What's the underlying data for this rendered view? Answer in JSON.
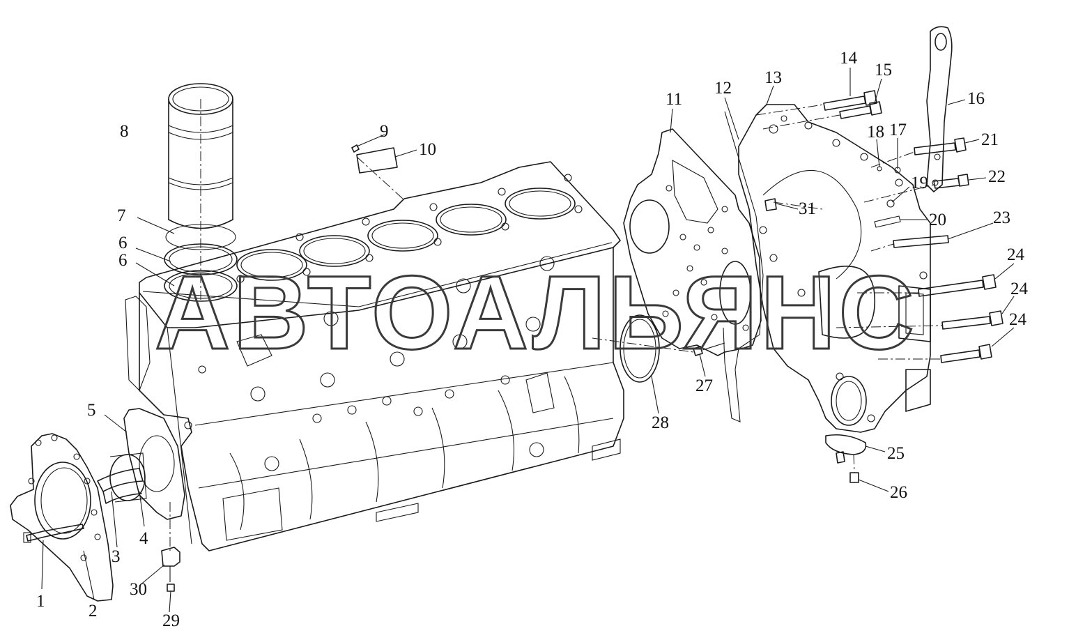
{
  "watermark": "АВТОАЛЬЯНС",
  "callouts": [
    {
      "id": "c1",
      "label": "1"
    },
    {
      "id": "c2",
      "label": "2"
    },
    {
      "id": "c3",
      "label": "3"
    },
    {
      "id": "c4",
      "label": "4"
    },
    {
      "id": "c5",
      "label": "5"
    },
    {
      "id": "c6a",
      "label": "6"
    },
    {
      "id": "c6b",
      "label": "6"
    },
    {
      "id": "c7",
      "label": "7"
    },
    {
      "id": "c8",
      "label": "8"
    },
    {
      "id": "c9",
      "label": "9"
    },
    {
      "id": "c10",
      "label": "10"
    },
    {
      "id": "c11",
      "label": "11"
    },
    {
      "id": "c12",
      "label": "12"
    },
    {
      "id": "c13",
      "label": "13"
    },
    {
      "id": "c14",
      "label": "14"
    },
    {
      "id": "c15",
      "label": "15"
    },
    {
      "id": "c16",
      "label": "16"
    },
    {
      "id": "c17",
      "label": "17"
    },
    {
      "id": "c18",
      "label": "18"
    },
    {
      "id": "c19",
      "label": "19"
    },
    {
      "id": "c20",
      "label": "20"
    },
    {
      "id": "c21",
      "label": "21"
    },
    {
      "id": "c22",
      "label": "22"
    },
    {
      "id": "c23",
      "label": "23"
    },
    {
      "id": "c24a",
      "label": "24"
    },
    {
      "id": "c24b",
      "label": "24"
    },
    {
      "id": "c24c",
      "label": "24"
    },
    {
      "id": "c25",
      "label": "25"
    },
    {
      "id": "c26",
      "label": "26"
    },
    {
      "id": "c27",
      "label": "27"
    },
    {
      "id": "c28",
      "label": "28"
    },
    {
      "id": "c29",
      "label": "29"
    },
    {
      "id": "c30",
      "label": "30"
    },
    {
      "id": "c31",
      "label": "31"
    }
  ]
}
